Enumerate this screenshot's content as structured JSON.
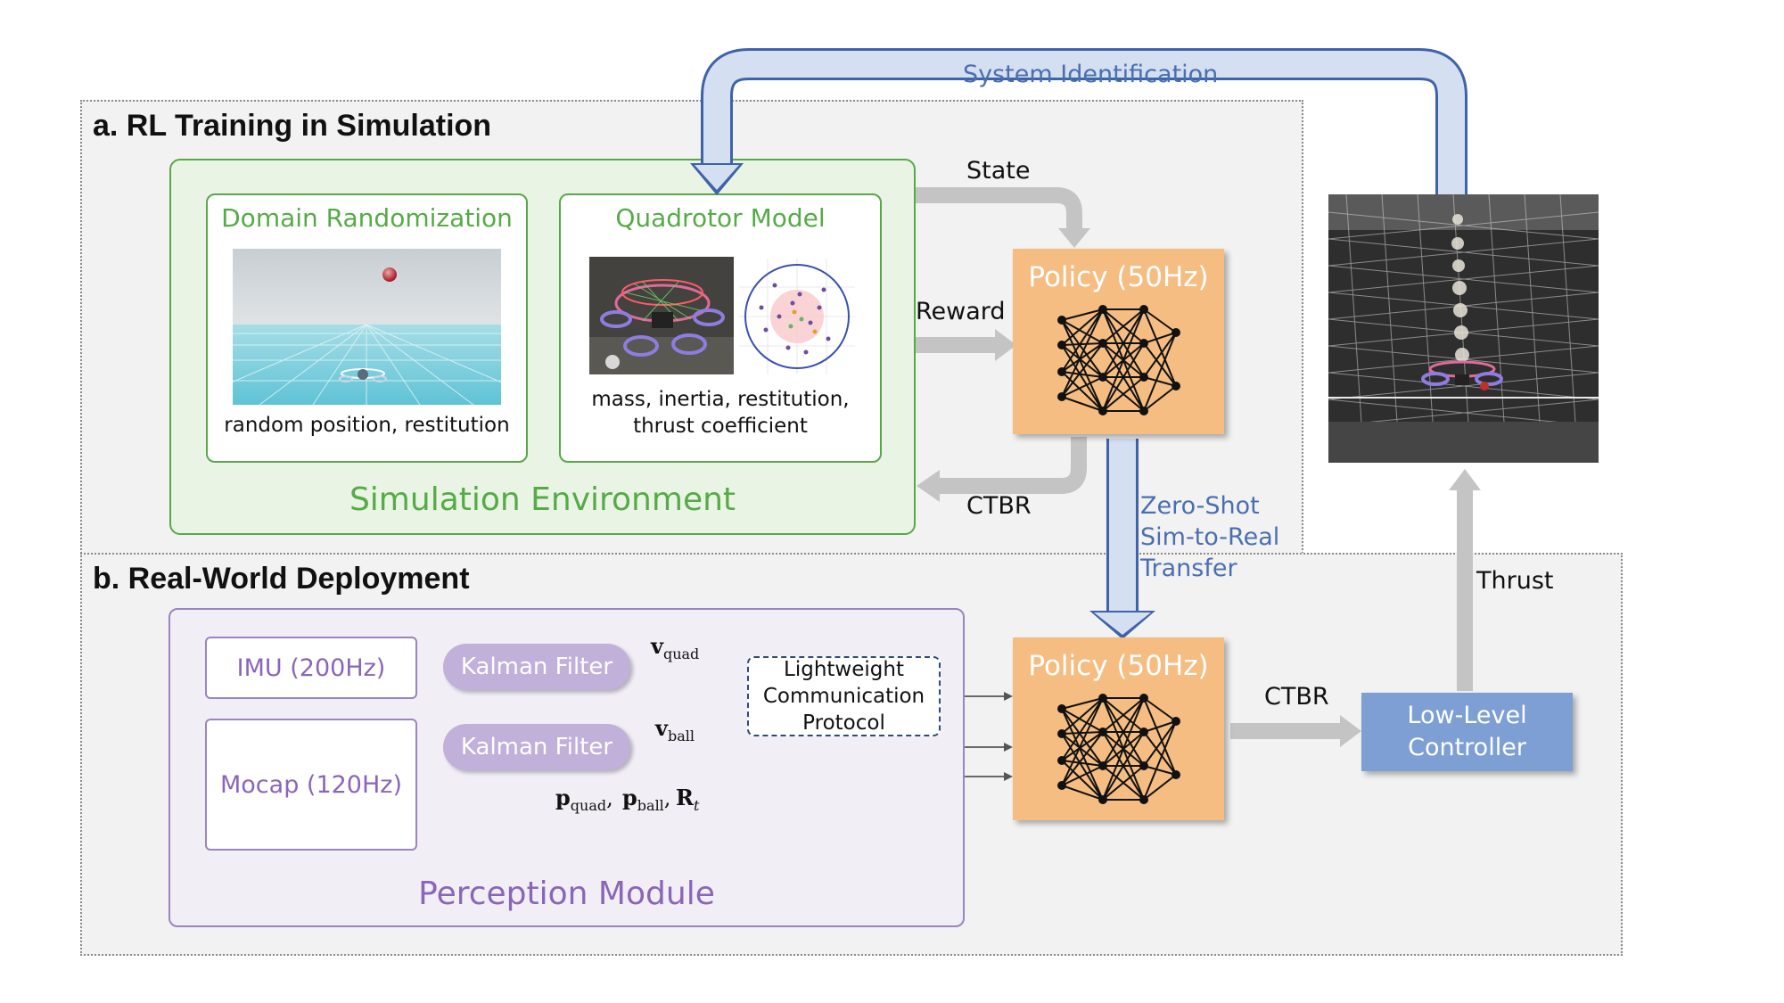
{
  "sections": {
    "a_title": "a. RL Training in Simulation",
    "b_title": "b. Real-World Deployment"
  },
  "simulation": {
    "env_label": "Simulation Environment",
    "domain_randomization": {
      "title": "Domain Randomization",
      "caption": "random position, restitution"
    },
    "quadrotor_model": {
      "title": "Quadrotor Model",
      "caption_line1": "mass, inertia, restitution,",
      "caption_line2": "thrust coefficient"
    }
  },
  "policy_top": {
    "title": "Policy (50Hz)"
  },
  "policy_bottom": {
    "title": "Policy (50Hz)"
  },
  "arrows": {
    "state": "State",
    "reward": "Reward",
    "ctbr_top": "CTBR",
    "ctbr_bottom": "CTBR",
    "thrust": "Thrust",
    "system_identification": "System Identification",
    "zero_shot_line1": "Zero-Shot",
    "zero_shot_line2": "Sim-to-Real",
    "zero_shot_line3": "Transfer"
  },
  "perception": {
    "module_label": "Perception Module",
    "imu": "IMU (200Hz)",
    "mocap": "Mocap (120Hz)",
    "kalman_1": "Kalman Filter",
    "kalman_2": "Kalman Filter",
    "comm_line1": "Lightweight",
    "comm_line2": "Communication",
    "comm_line3": "Protocol",
    "v_quad": {
      "symbol": "v",
      "sub": "quad"
    },
    "v_ball": {
      "symbol": "v",
      "sub": "ball"
    },
    "p_quad": {
      "symbol": "p",
      "sub": "quad"
    },
    "p_ball": {
      "symbol": "p",
      "sub": "ball"
    },
    "r_t": {
      "symbol": "R",
      "sub": "t"
    }
  },
  "low_level": {
    "line1": "Low-Level",
    "line2": "Controller"
  },
  "colors": {
    "green": "#58a84a",
    "purple": "#9b84c0",
    "orange": "#f5bd82",
    "blue": "#4a6fb0",
    "gray_arrow": "#c4c4c4"
  }
}
